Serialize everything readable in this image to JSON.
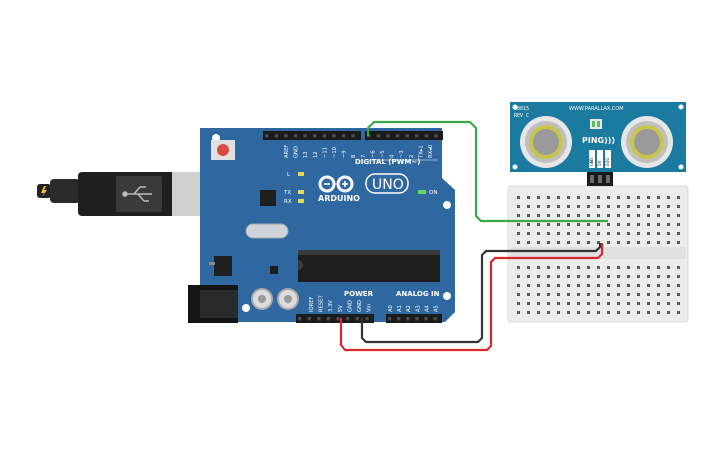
{
  "board": {
    "brand": "ARDUINO",
    "model": "UNO",
    "digital_label": "DIGITAL (PWM~)",
    "power_label": "POWER",
    "analog_label": "ANALOG IN",
    "on_label": "ON",
    "led_l": "L",
    "led_tx": "TX",
    "led_rx": "RX",
    "digital_pins": [
      "AREF",
      "GND",
      "13",
      "12",
      "~11",
      "~10",
      "~9",
      "8",
      "7",
      "~6",
      "~5",
      "4",
      "~3",
      "2",
      "TX▸1",
      "RX◂0"
    ],
    "power_pins": [
      "IOREF",
      "RESET",
      "3.3V",
      "5V",
      "GND",
      "GND",
      "Vin"
    ],
    "analog_pins": [
      "A0",
      "A1",
      "A2",
      "A3",
      "A4",
      "A5"
    ]
  },
  "sensor": {
    "part_number": "28015",
    "revision": "REV C",
    "website": "WWW.PARALLAX.COM",
    "name": "PING)))",
    "pins": [
      "GND",
      "5V",
      "SIG"
    ]
  },
  "colors": {
    "board": "#2f68a0",
    "sensor_pcb": "#1b7aa0",
    "wire_signal": "#3aa845",
    "wire_ground": "#333333",
    "wire_power": "#d7262c",
    "breadboard": "#ececec"
  }
}
